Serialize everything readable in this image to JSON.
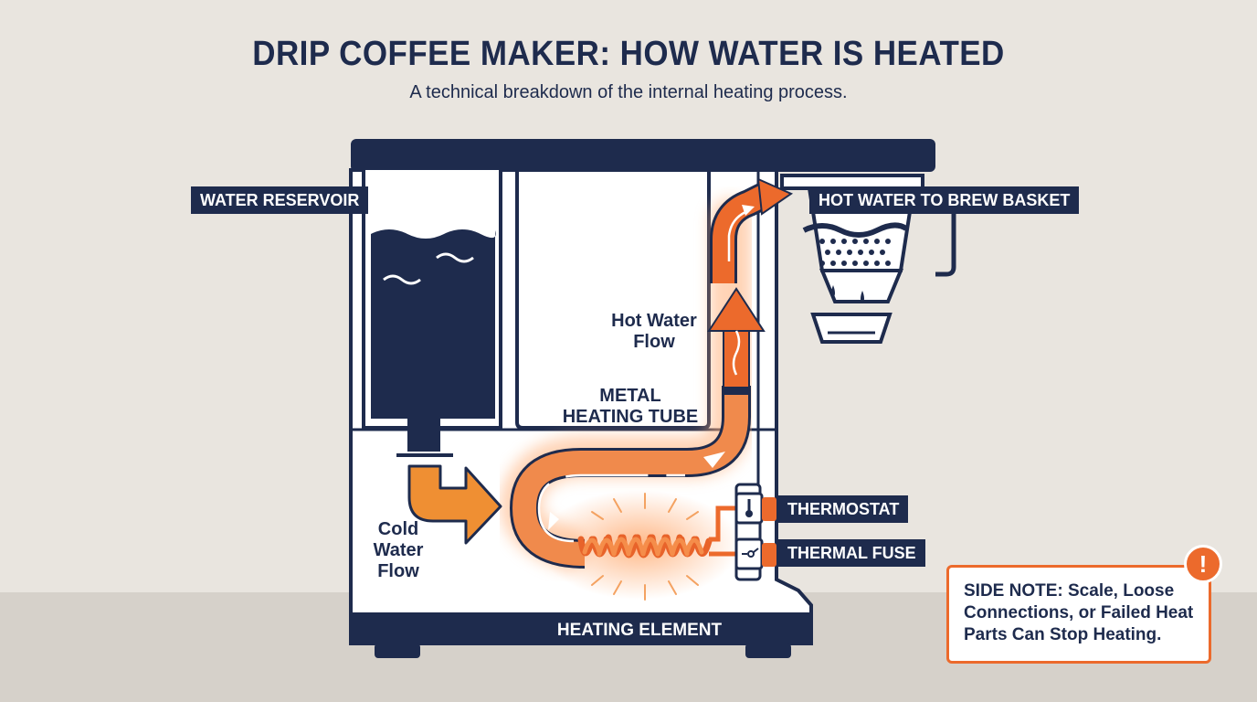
{
  "header": {
    "title": "DRIP COFFEE MAKER: HOW WATER IS HEATED",
    "subtitle": "A technical breakdown of the internal heating process."
  },
  "labels": {
    "water_reservoir": "WATER RESERVOIR",
    "hot_water_to_basket": "HOT WATER TO BREW BASKET",
    "hot_water_flow_1": "Hot Water",
    "hot_water_flow_2": "Flow",
    "metal_tube_1": "METAL",
    "metal_tube_2": "HEATING TUBE",
    "cold_water_flow_1": "Cold",
    "cold_water_flow_2": "Water",
    "cold_water_flow_3": "Flow",
    "thermostat": "THERMOSTAT",
    "thermal_fuse": "THERMAL FUSE",
    "heating_element": "HEATING ELEMENT"
  },
  "side_note": {
    "heading": "SIDE NOTE:",
    "text": " Scale, Loose Connections, or Failed Heat Parts Can Stop Heating.",
    "icon": "exclamation-icon",
    "icon_glyph": "!"
  },
  "colors": {
    "navy": "#1e2b4d",
    "orange": "#ec6a2c",
    "background": "#e9e5df"
  }
}
